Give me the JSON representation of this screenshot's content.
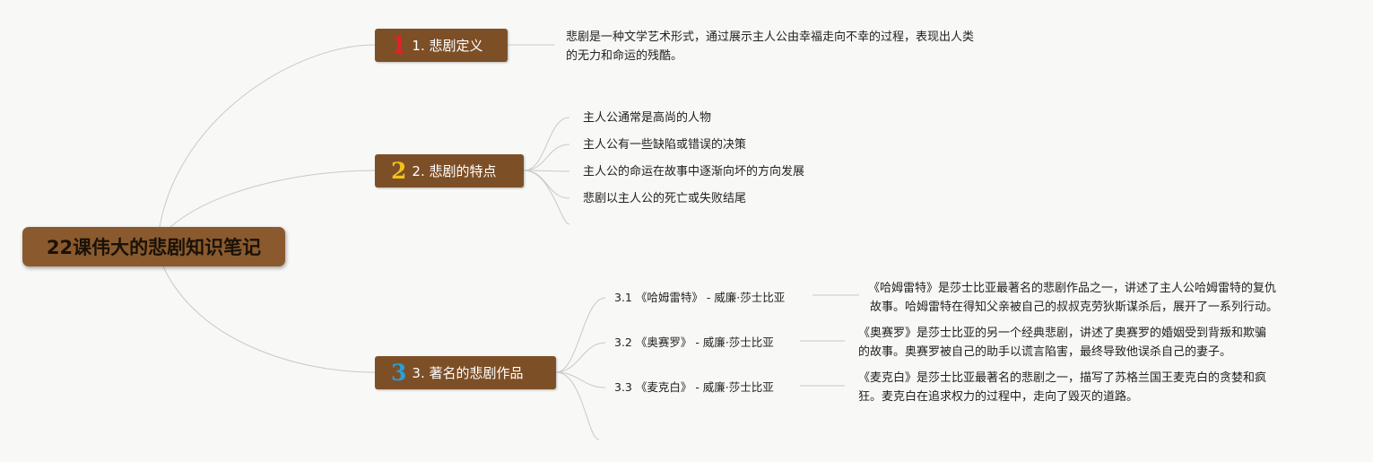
{
  "root": {
    "label": "22课伟大的悲剧知识笔记"
  },
  "branches": [
    {
      "number": "1",
      "number_color": "#e0222a",
      "label": "1. 悲剧定义"
    },
    {
      "number": "2",
      "number_color": "#f2c21b",
      "label": "2. 悲剧的特点"
    },
    {
      "number": "3",
      "number_color": "#2a9fd8",
      "label": "3. 著名的悲剧作品"
    }
  ],
  "definition": {
    "line1": "悲剧是一种文学艺术形式，通过展示主人公由幸福走向不幸的过程，表现出人类",
    "line2": "的无力和命运的残酷。"
  },
  "features": [
    "主人公通常是高尚的人物",
    "主人公有一些缺陷或错误的决策",
    "主人公的命运在故事中逐渐向坏的方向发展",
    "悲剧以主人公的死亡或失败结尾"
  ],
  "works": [
    {
      "title": "3.1 《哈姆雷特》 - 威廉·莎士比亚",
      "line1": "《哈姆雷特》是莎士比亚最著名的悲剧作品之一，讲述了主人公哈姆雷特的复仇",
      "line2": "故事。哈姆雷特在得知父亲被自己的叔叔克劳狄斯谋杀后，展开了一系列行动。"
    },
    {
      "title": "3.2 《奥赛罗》 - 威廉·莎士比亚",
      "line1": "《奥赛罗》是莎士比亚的另一个经典悲剧，讲述了奥赛罗的婚姻受到背叛和欺骗",
      "line2": "的故事。奥赛罗被自己的助手以谎言陷害，最终导致他误杀自己的妻子。"
    },
    {
      "title": "3.3 《麦克白》 - 威廉·莎士比亚",
      "line1": "《麦克白》是莎士比亚最著名的悲剧之一，描写了苏格兰国王麦克白的贪婪和疯",
      "line2": "狂。麦克白在追求权力的过程中，走向了毁灭的道路。"
    }
  ],
  "colors": {
    "node_fill": "#7d4f27",
    "connector": "#c9c9c9",
    "background": "#f8f8f6"
  }
}
